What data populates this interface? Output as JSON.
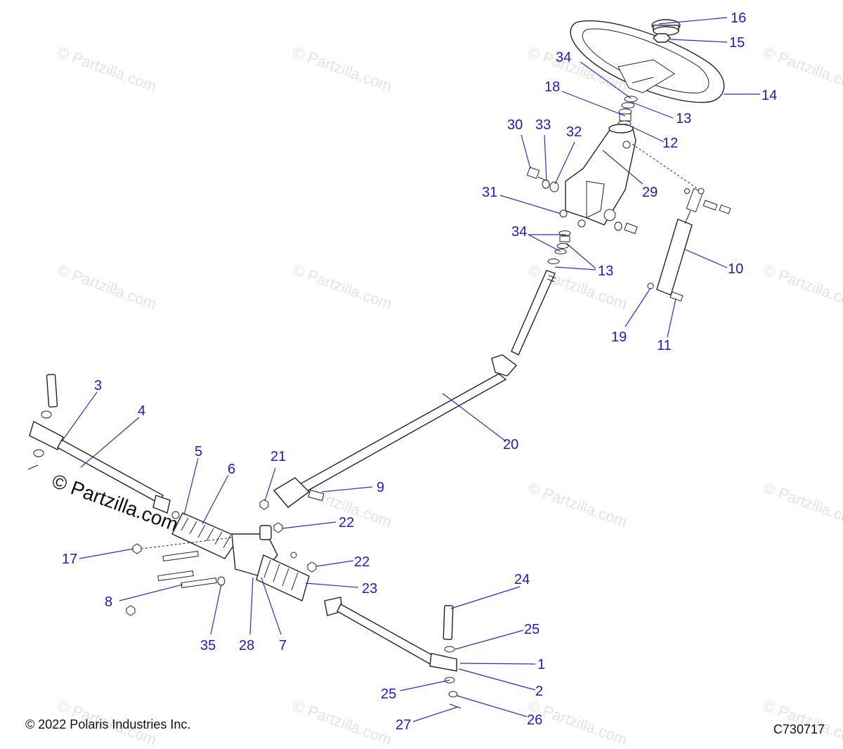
{
  "footer": {
    "copyright": "© 2022 Polaris Industries Inc.",
    "diagram_code": "C730717"
  },
  "watermark": {
    "text": "© Partzilla.com",
    "brand_text": "© Partzilla.com"
  },
  "callouts": {
    "c1": "1",
    "c2": "2",
    "c3": "3",
    "c4": "4",
    "c5": "5",
    "c6": "6",
    "c7": "7",
    "c8": "8",
    "c9": "9",
    "c10": "10",
    "c11": "11",
    "c12": "12",
    "c13a": "13",
    "c13b": "13",
    "c14": "14",
    "c15": "15",
    "c16": "16",
    "c17": "17",
    "c18": "18",
    "c19": "19",
    "c20": "20",
    "c21": "21",
    "c22a": "22",
    "c22b": "22",
    "c23": "23",
    "c24": "24",
    "c25a": "25",
    "c25b": "25",
    "c26": "26",
    "c27": "27",
    "c28": "28",
    "c29": "29",
    "c30": "30",
    "c31": "31",
    "c32": "32",
    "c33": "33",
    "c34a": "34",
    "c34b": "34",
    "c35": "35"
  },
  "colors": {
    "callout": "#1a1ad0",
    "line": "#222222",
    "watermark": "#e3e3e3"
  }
}
